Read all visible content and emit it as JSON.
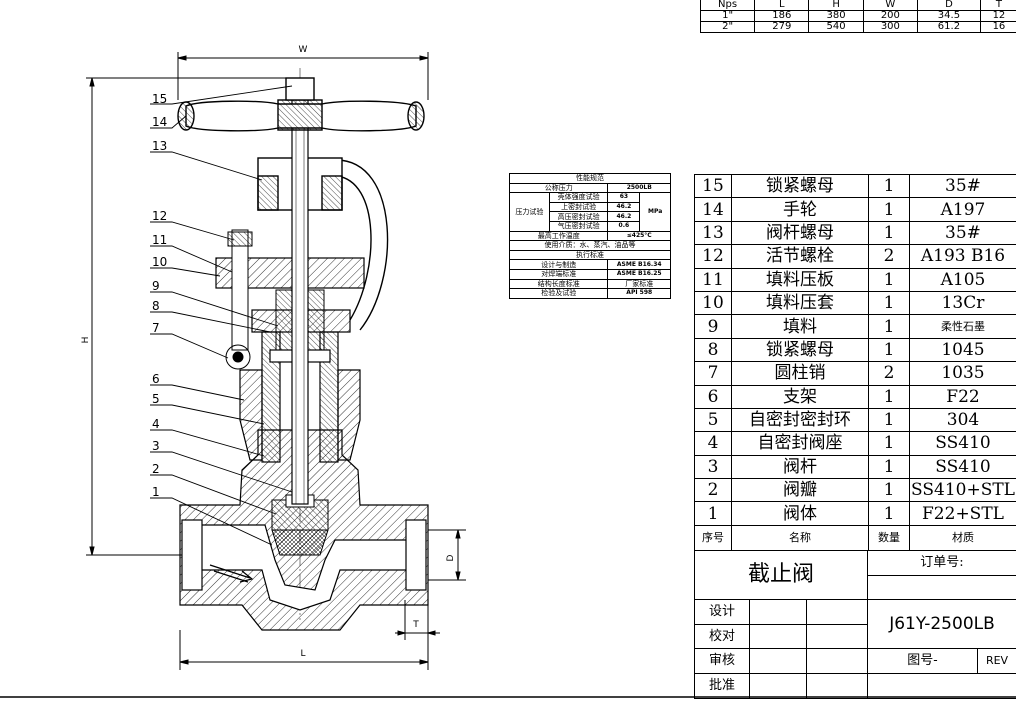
{
  "dimensions_table": {
    "headers": [
      "Nps",
      "L",
      "H",
      "W",
      "D",
      "T"
    ],
    "rows": [
      [
        "1\"",
        "186",
        "380",
        "200",
        "34.5",
        "12"
      ],
      [
        "2\"",
        "279",
        "540",
        "300",
        "61.2",
        "16"
      ]
    ]
  },
  "drawing": {
    "dim_labels": {
      "W": "W",
      "H": "H",
      "L": "L",
      "D": "D",
      "T": "T"
    },
    "part_callouts": [
      "15",
      "14",
      "13",
      "12",
      "11",
      "10",
      "9",
      "8",
      "7",
      "6",
      "5",
      "4",
      "3",
      "2",
      "1"
    ]
  },
  "performance_table": {
    "title": "性能规范",
    "nominal_pressure_label": "公称压力",
    "nominal_pressure_value": "2500LB",
    "pressure_test_label": "压力试验",
    "tests": [
      {
        "name": "壳体强度试验",
        "value": "63"
      },
      {
        "name": "上密封试验",
        "value": "46.2"
      },
      {
        "name": "高压密封试验",
        "value": "46.2"
      },
      {
        "name": "气压密封试验",
        "value": "0.6"
      }
    ],
    "unit": "MPa",
    "max_temp_label": "最高工作温度",
    "max_temp_value": "≤425°C",
    "medium": "使用介质：水、蒸汽、油品等",
    "standards_title": "执行标准",
    "standards": [
      {
        "name": "设计与制造",
        "value": "ASME B16.34"
      },
      {
        "name": "对焊端标准",
        "value": "ASME B16.25"
      },
      {
        "name": "结构长度标准",
        "value": "厂家标准"
      },
      {
        "name": "检验及试验",
        "value": "API 598"
      }
    ]
  },
  "bom": {
    "rows": [
      [
        "15",
        "锁紧螺母",
        "1",
        "35#"
      ],
      [
        "14",
        "手轮",
        "1",
        "A197"
      ],
      [
        "13",
        "阀杆螺母",
        "1",
        "35#"
      ],
      [
        "12",
        "活节螺栓",
        "2",
        "A193 B16"
      ],
      [
        "11",
        "填料压板",
        "1",
        "A105"
      ],
      [
        "10",
        "填料压套",
        "1",
        "13Cr"
      ],
      [
        "9",
        "填料",
        "1",
        "柔性石墨"
      ],
      [
        "8",
        "锁紧螺母",
        "1",
        "1045"
      ],
      [
        "7",
        "圆柱销",
        "2",
        "1035"
      ],
      [
        "6",
        "支架",
        "1",
        "F22"
      ],
      [
        "5",
        "自密封密封环",
        "1",
        "304"
      ],
      [
        "4",
        "自密封阀座",
        "1",
        "SS410"
      ],
      [
        "3",
        "阀杆",
        "1",
        "SS410"
      ],
      [
        "2",
        "阀瓣",
        "1",
        "SS410+STL"
      ],
      [
        "1",
        "阀体",
        "1",
        "F22+STL"
      ]
    ],
    "header": [
      "序号",
      "名称",
      "数量",
      "材质"
    ]
  },
  "title_block": {
    "product_name": "截止阀",
    "order_label": "订单号:",
    "roles": [
      "设计",
      "校对",
      "审核",
      "批准"
    ],
    "model": "J61Y-2500LB",
    "drawing_no_label": "图号-",
    "rev": "REV"
  }
}
